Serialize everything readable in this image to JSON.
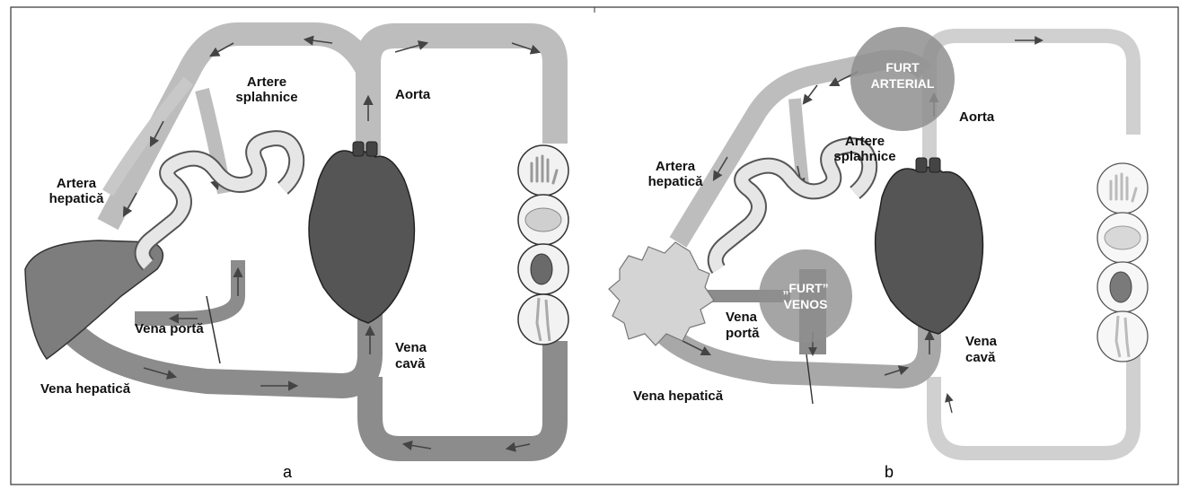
{
  "colors": {
    "artery": "#bdbdbd",
    "vein": "#8c8c8c",
    "heart": "#555555",
    "organ_light": "#d9d9d9",
    "steal_region": "#8f8f8f"
  },
  "panel_a": {
    "caption": "a",
    "labels": {
      "artere_splahnice_1": "Artere",
      "artere_splahnice_2": "splahnice",
      "aorta": "Aorta",
      "artera_hepatica_1": "Artera",
      "artera_hepatica_2": "hepatică",
      "vena_porta": "Vena portă",
      "vena_hepatica": "Vena hepatică",
      "vena_cava_1": "Vena",
      "vena_cava_2": "cavă"
    },
    "organ_icons": [
      "hand-icon",
      "brain-icon",
      "kidney-icon",
      "leg-icon"
    ]
  },
  "panel_b": {
    "caption": "b",
    "labels": {
      "furt_arterial_1": "FURT",
      "furt_arterial_2": "ARTERIAL",
      "aorta": "Aorta",
      "artere_splahnice_1": "Artere",
      "artere_splahnice_2": "splahnice",
      "artera_hepatica_1": "Artera",
      "artera_hepatica_2": "hepatică",
      "furt_venos_1": "„FURT”",
      "furt_venos_2": "VENOS",
      "vena_porta_1": "Vena",
      "vena_porta_2": "portă",
      "vena_cava_1": "Vena",
      "vena_cava_2": "cavă",
      "vena_hepatica": "Vena hepatică"
    },
    "organ_icons": [
      "hand-icon",
      "brain-icon",
      "kidney-icon",
      "leg-icon"
    ]
  }
}
